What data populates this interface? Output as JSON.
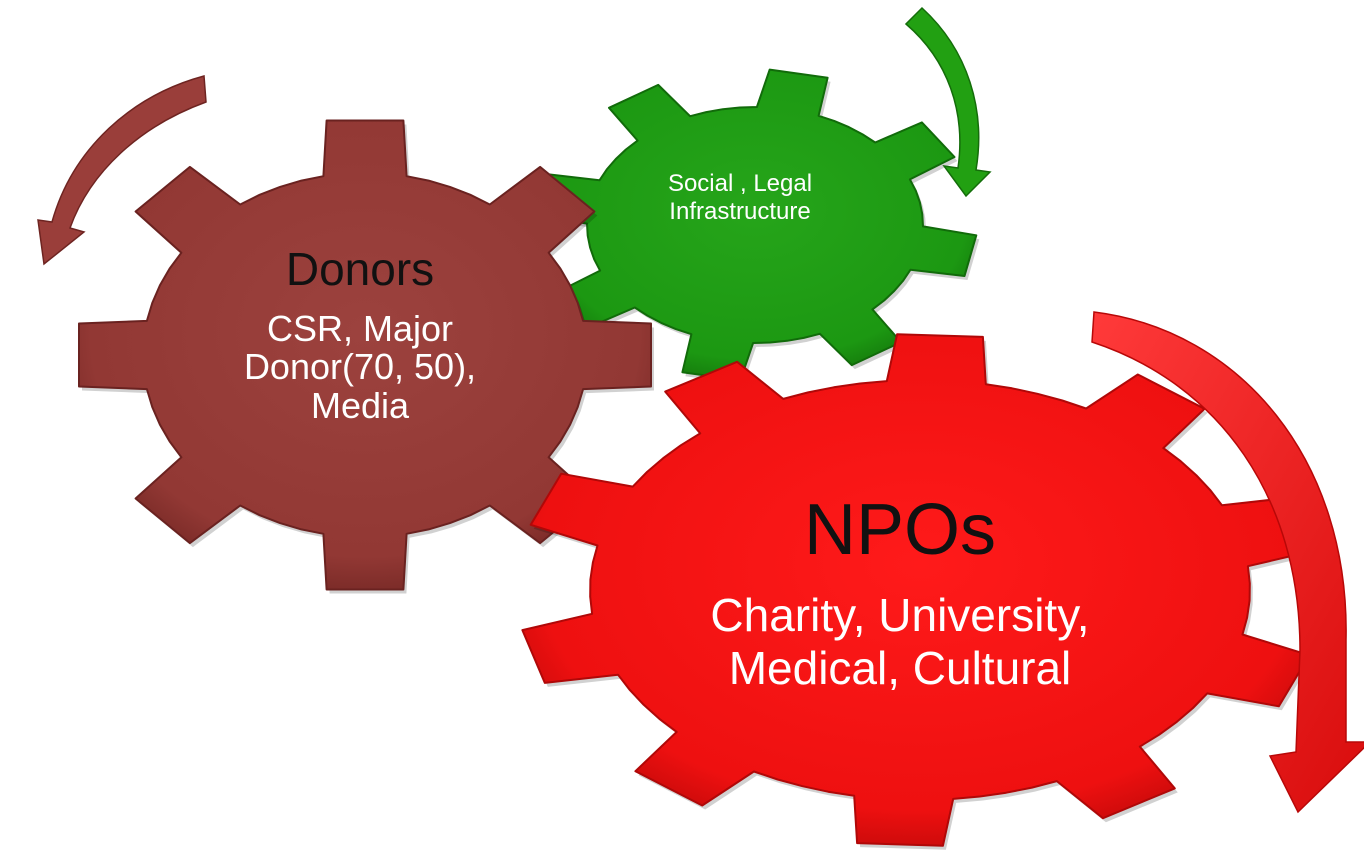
{
  "colors": {
    "donors_gear": "#943a36",
    "social_gear": "#1e9a12",
    "npos_gear": "#ee1111",
    "donors_arrow": "#9a3e3a",
    "social_arrow": "#22a012",
    "npos_arrow": "#e81818"
  },
  "gears": {
    "donors": {
      "title": "Donors",
      "lines": [
        "CSR,  Major",
        "Donor(70, 50),",
        "Media"
      ]
    },
    "social": {
      "lines": [
        "Social , Legal",
        "Infrastructure"
      ]
    },
    "npos": {
      "title": "NPOs",
      "lines": [
        "Charity, University,",
        "Medical, Cultural"
      ]
    }
  },
  "arrows": {
    "donors": "counterclockwise-arrow-icon",
    "social": "clockwise-arrow-icon",
    "npos": "clockwise-arrow-icon"
  }
}
